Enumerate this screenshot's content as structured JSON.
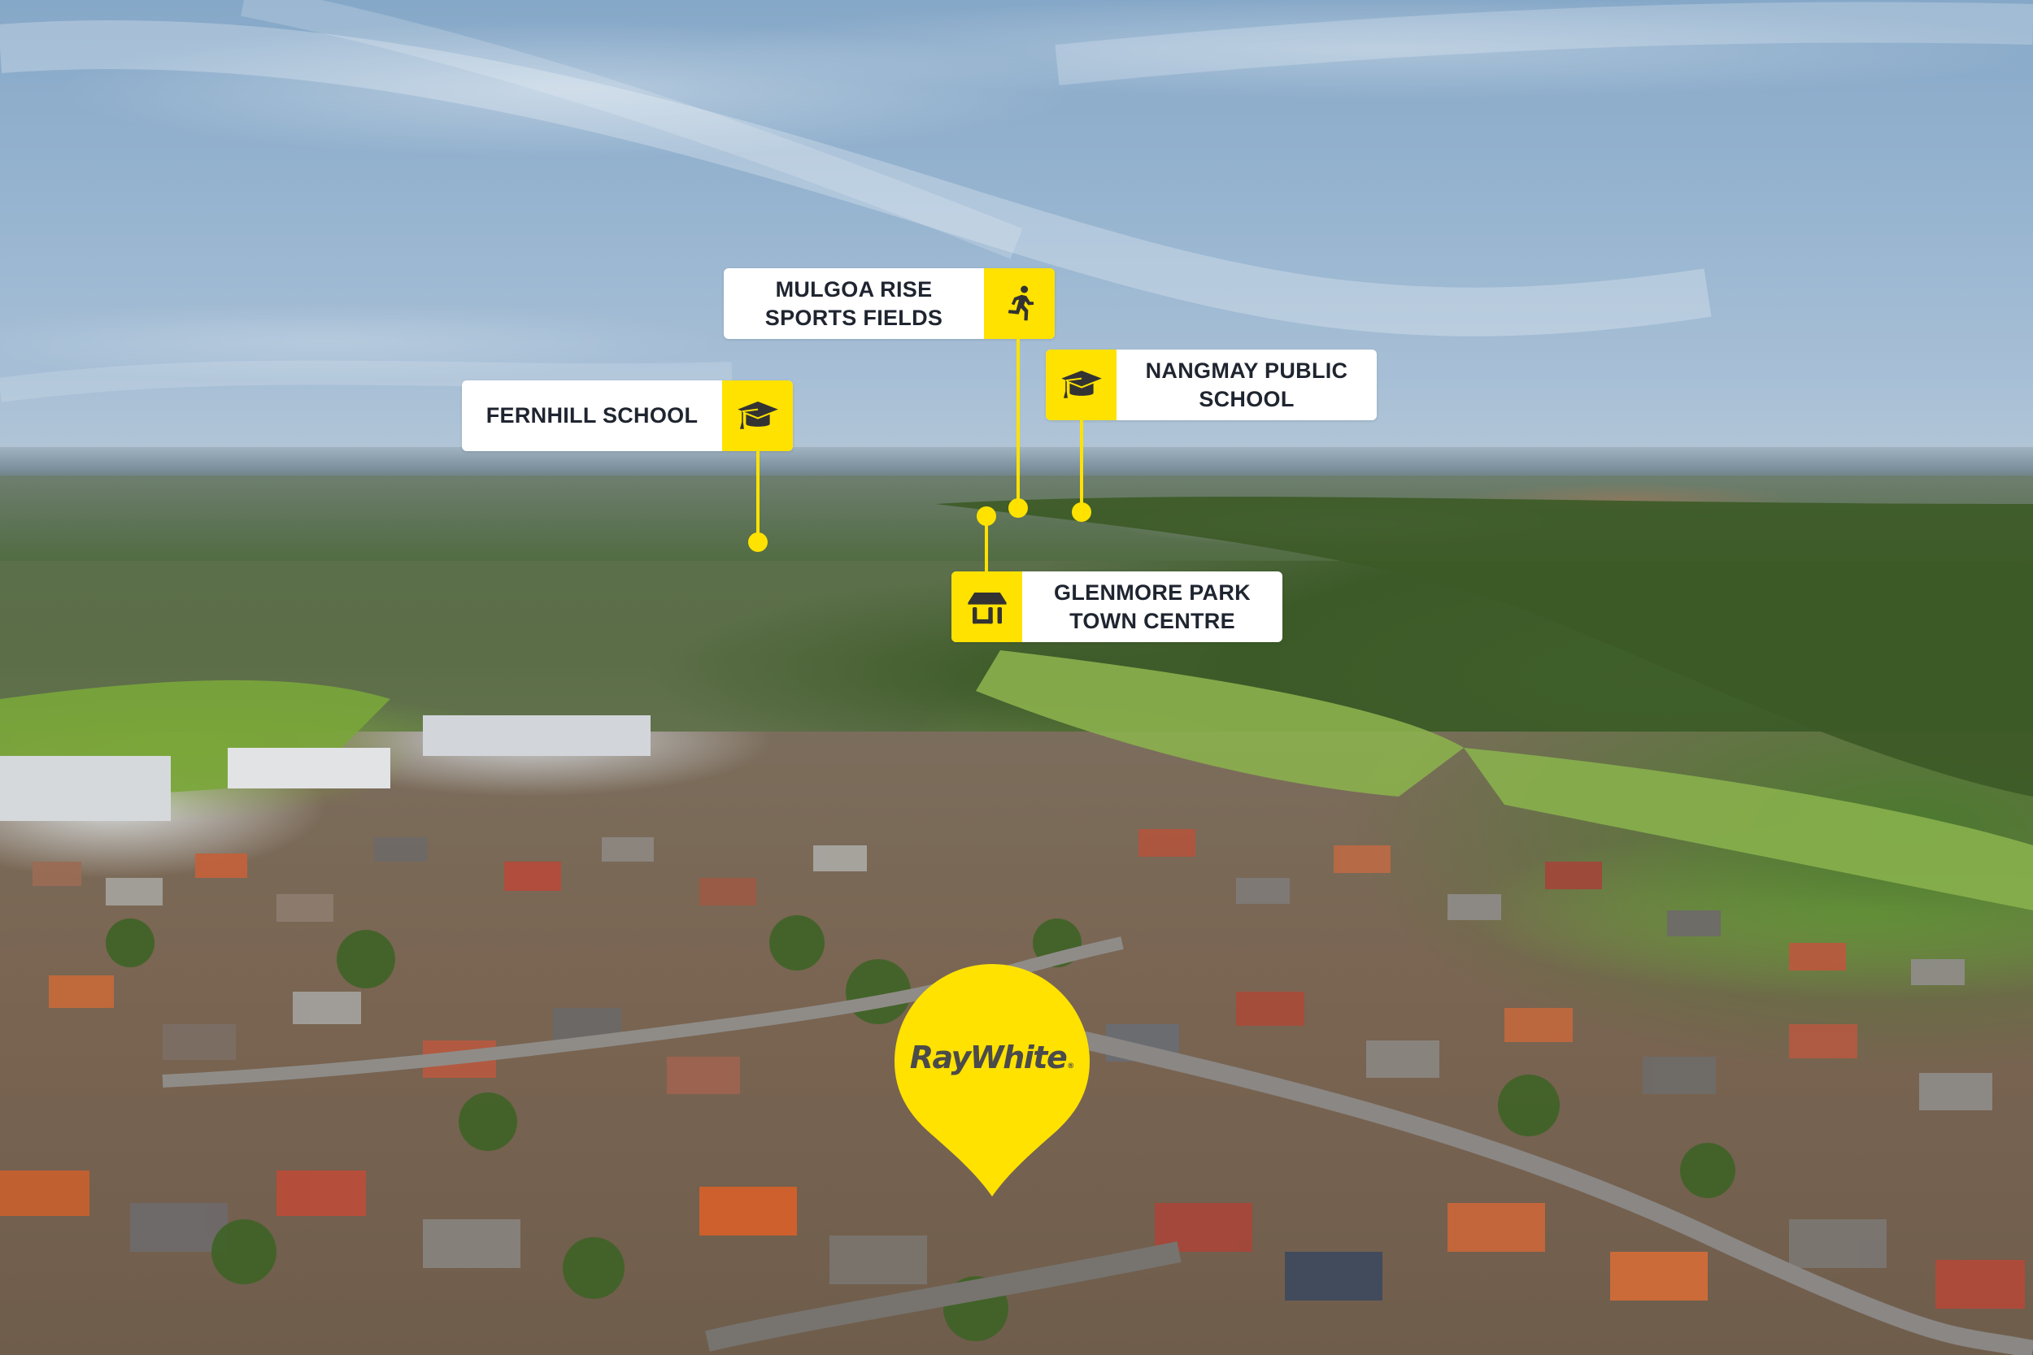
{
  "image": {
    "description": "Aerial suburban photograph with points-of-interest callouts",
    "colors": {
      "accent_yellow": "#FFE200",
      "label_bg": "#FFFFFF",
      "label_text": "#1F2530",
      "icon_color": "#333333",
      "logo_text": "#4B4B4B",
      "sky": "#95B3CF"
    }
  },
  "pois": [
    {
      "id": "mulgoa-rise",
      "label": "MULGOA RISE\nSPORTS FIELDS",
      "icon": "running-person-icon",
      "icon_side": "right"
    },
    {
      "id": "fernhill-school",
      "label": "FERNHILL SCHOOL",
      "icon": "graduation-cap-icon",
      "icon_side": "right"
    },
    {
      "id": "nangmay-public-school",
      "label": "NANGMAY PUBLIC\nSCHOOL",
      "icon": "graduation-cap-icon",
      "icon_side": "left"
    },
    {
      "id": "glenmore-park",
      "label": "GLENMORE PARK\nTOWN CENTRE",
      "icon": "shop-icon",
      "icon_side": "left"
    }
  ],
  "property_pin": {
    "brand": "RayWhite",
    "registered_mark": "®",
    "color": "#FFE200"
  }
}
